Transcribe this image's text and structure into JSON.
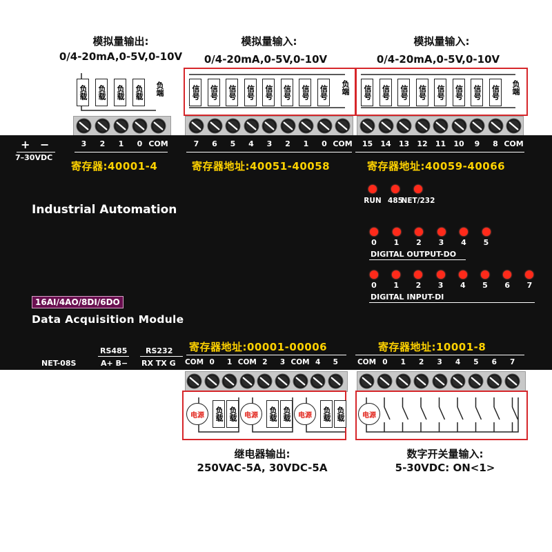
{
  "top_captions": {
    "ao_title": "模拟量输出:",
    "ao_range": "0/4-20mA,0-5V,0-10V",
    "ai1_title": "模拟量输入:",
    "ai1_range": "0/4-20mA,0-5V,0-10V",
    "ai2_title": "模拟量输入:",
    "ai2_range": "0/4-20mA,0-5V,0-10V"
  },
  "components": {
    "load": "负载",
    "signal": "信号",
    "load_end": "负端",
    "power": "电源"
  },
  "power": {
    "plus": "+",
    "minus": "−",
    "voltage": "7–30VDC"
  },
  "terminals_top": {
    "ao": [
      "3",
      "2",
      "1",
      "0",
      "COM"
    ],
    "ai1": [
      "7",
      "6",
      "5",
      "4",
      "3",
      "2",
      "1",
      "0",
      "COM"
    ],
    "ai2": [
      "15",
      "14",
      "13",
      "12",
      "11",
      "10",
      "9",
      "8",
      "COM"
    ]
  },
  "registers": {
    "ao": "寄存器:40001-4",
    "ai1": "寄存器地址:40051-40058",
    "ai2": "寄存器地址:40059-40066",
    "do": "寄存器地址:00001-00006",
    "di": "寄存器地址:10001-8"
  },
  "status_leds": [
    "RUN",
    "485",
    "NET/232"
  ],
  "do_leds": [
    "0",
    "1",
    "2",
    "3",
    "4",
    "5"
  ],
  "do_label": "DIGITAL OUTPUT-DO",
  "di_leds": [
    "0",
    "1",
    "2",
    "3",
    "4",
    "5",
    "6",
    "7"
  ],
  "di_label": "DIGITAL INPUT-DI",
  "brand": "Industrial Automation",
  "model_badge": "16AI/4AO/8DI/6DO",
  "module_name": "Data Acquisition Module",
  "model": "NET-08S",
  "rs485": {
    "title": "RS485",
    "pins": "A+  B−"
  },
  "rs232": {
    "title": "RS232",
    "pins": "RX  TX  G"
  },
  "terminals_bottom": {
    "do": [
      "COM",
      "0",
      "1",
      "COM",
      "2",
      "3",
      "COM",
      "4",
      "5"
    ],
    "di": [
      "COM",
      "0",
      "1",
      "2",
      "3",
      "4",
      "5",
      "6",
      "7"
    ]
  },
  "bottom_captions": {
    "relay_title": "继电器输出:",
    "relay_spec": "250VAC-5A, 30VDC-5A",
    "di_title": "数字开关量输入:",
    "di_spec": "5-30VDC: ON<1>"
  }
}
